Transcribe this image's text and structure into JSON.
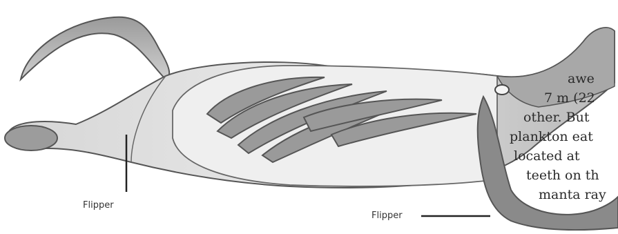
{
  "labels": {
    "flipper_left": "Flipper",
    "flipper_right": "Flipper"
  },
  "text_lines": [
    "awe",
    "7 m (22",
    "other. But",
    "plankton eat",
    "located at",
    "teeth on th",
    "manta ray"
  ],
  "colors": {
    "pencil_dark": "#5a5a5a",
    "pencil_mid": "#8c8c8c",
    "pencil_light": "#c4c4c4",
    "paper": "#ffffff"
  }
}
